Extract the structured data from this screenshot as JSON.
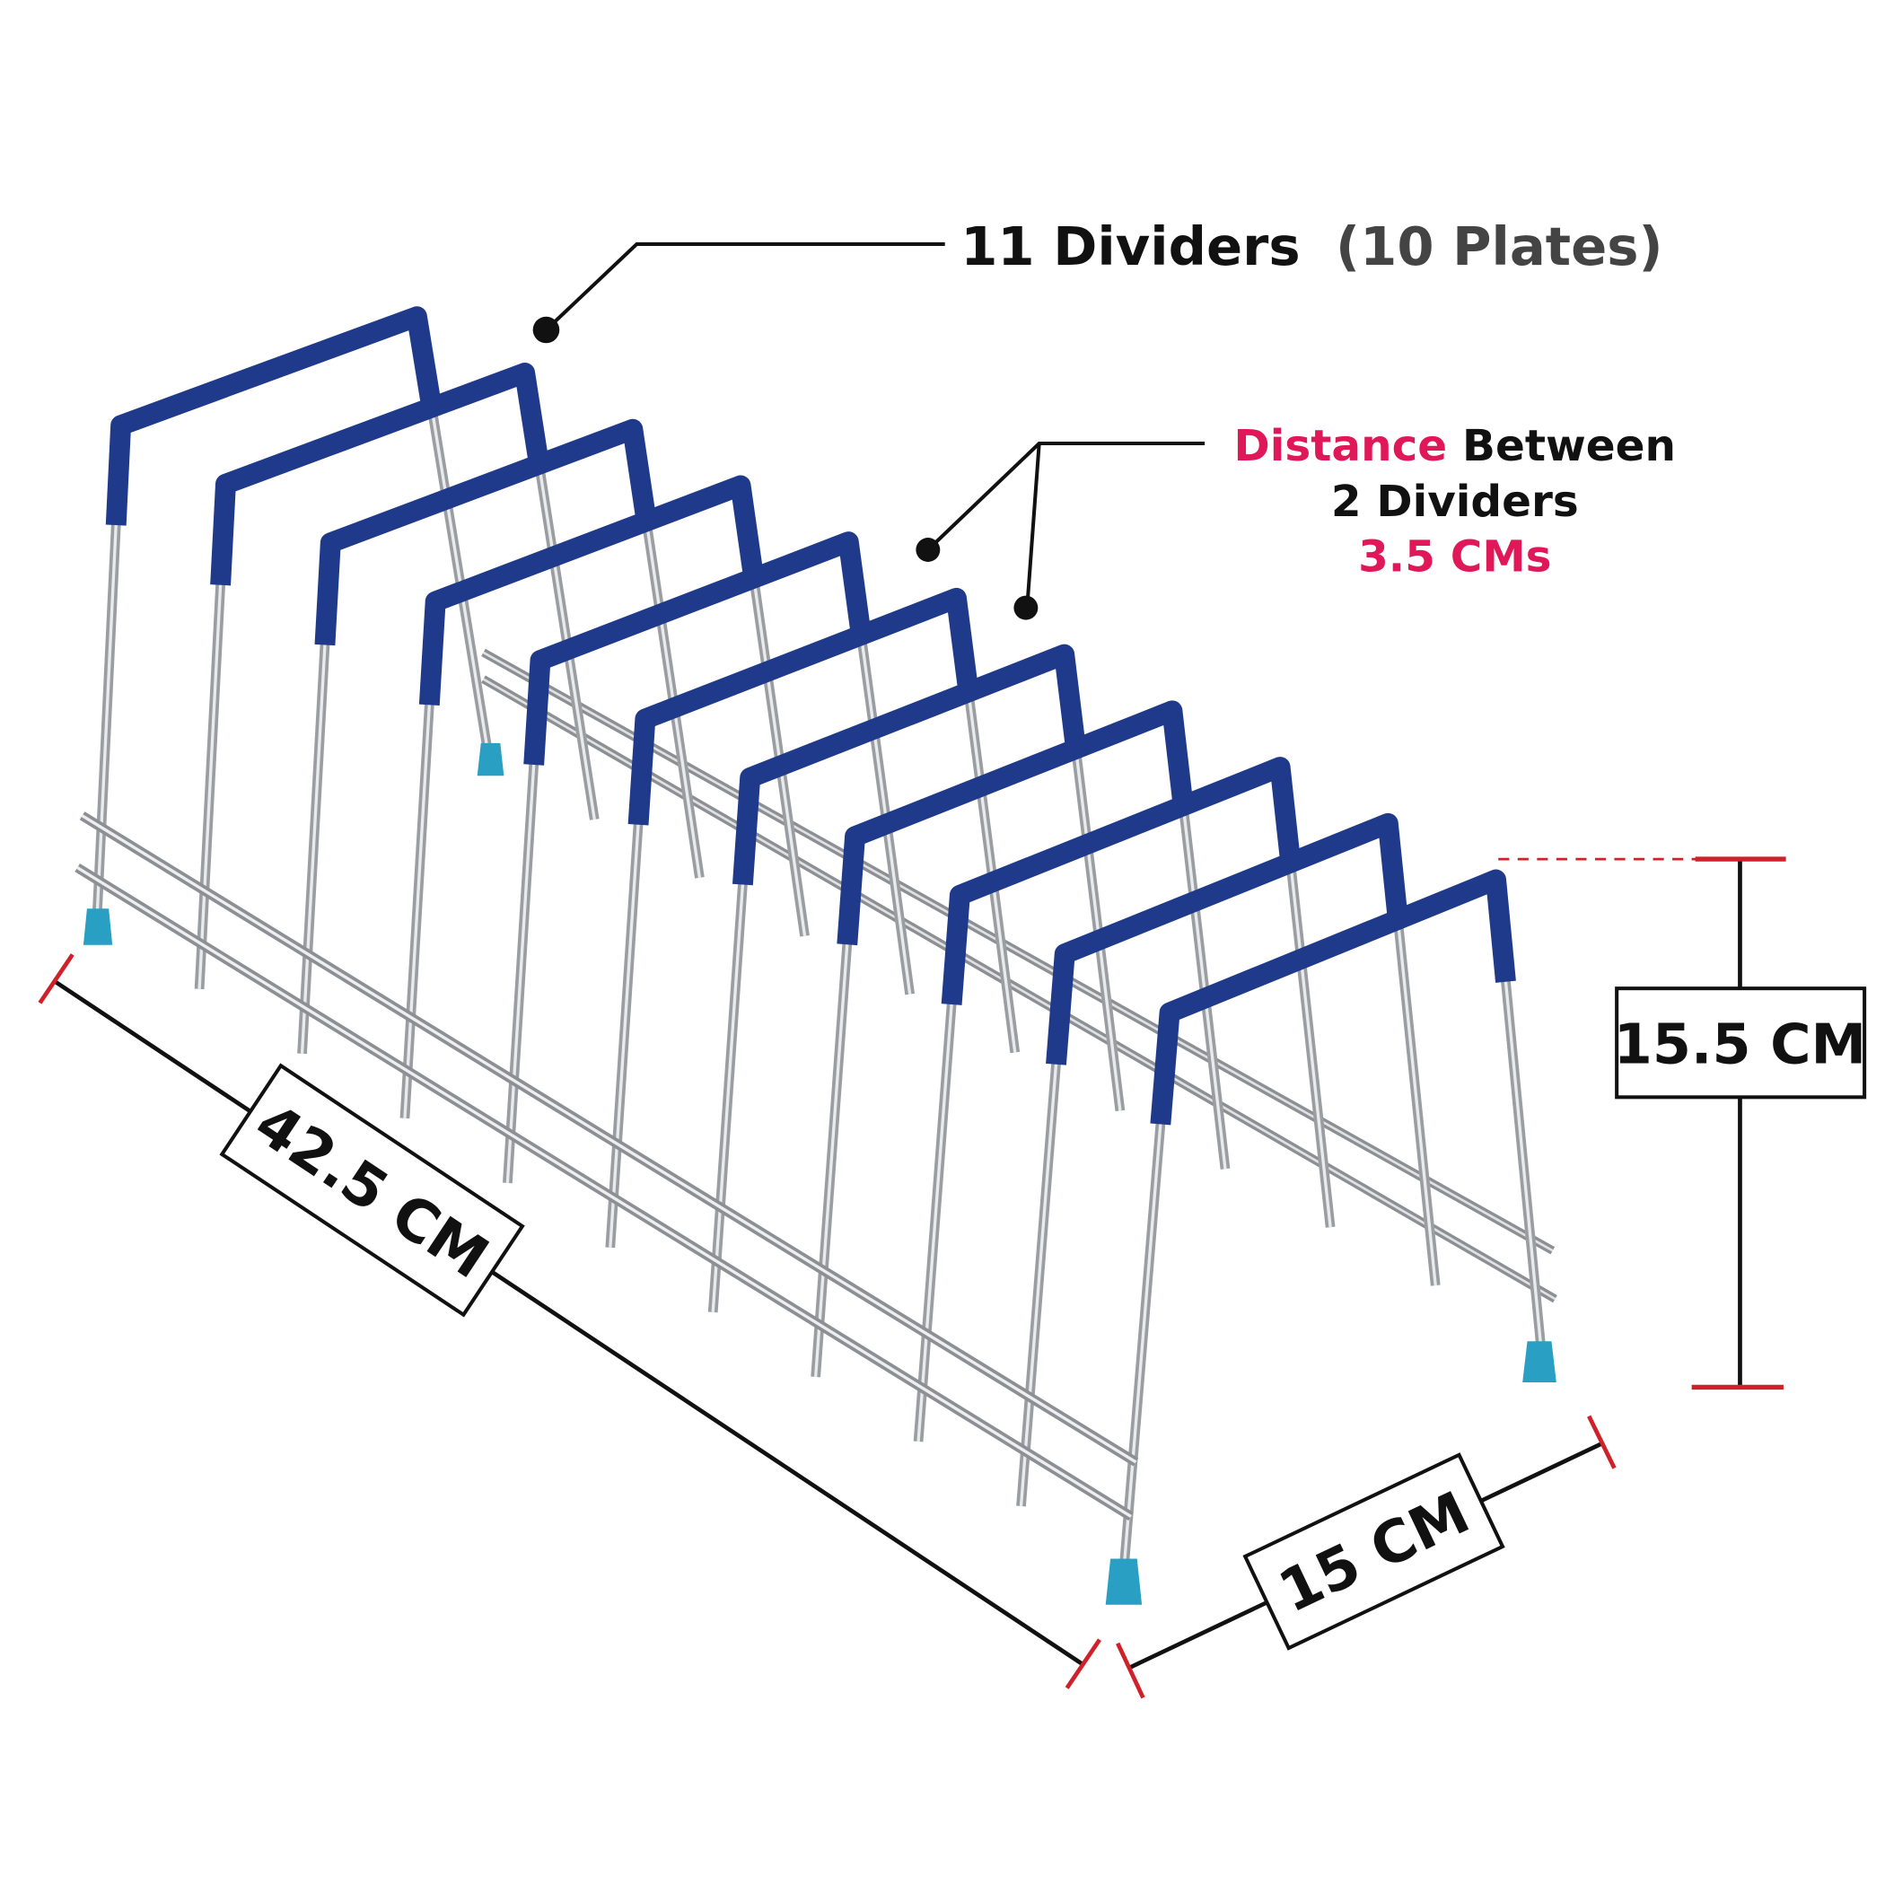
{
  "title": {
    "part1": "11 Dividers",
    "part2": "(10 Plates)"
  },
  "distance_note": {
    "word_highlight": "Distance",
    "word_rest": " Between",
    "line2": "2 Dividers",
    "line3": "3.5 CMs"
  },
  "dimensions": {
    "length": "42.5 CM",
    "width": "15 CM",
    "height": "15.5 CM"
  },
  "colors": {
    "accent_red": "#e0185a",
    "tick_red": "#d0202a",
    "coating_blue": "#1f3a8a",
    "foot_blue": "#2a9fc4",
    "steel": "#a9acb0",
    "text_dark": "#111111",
    "text_grey": "#444444"
  }
}
